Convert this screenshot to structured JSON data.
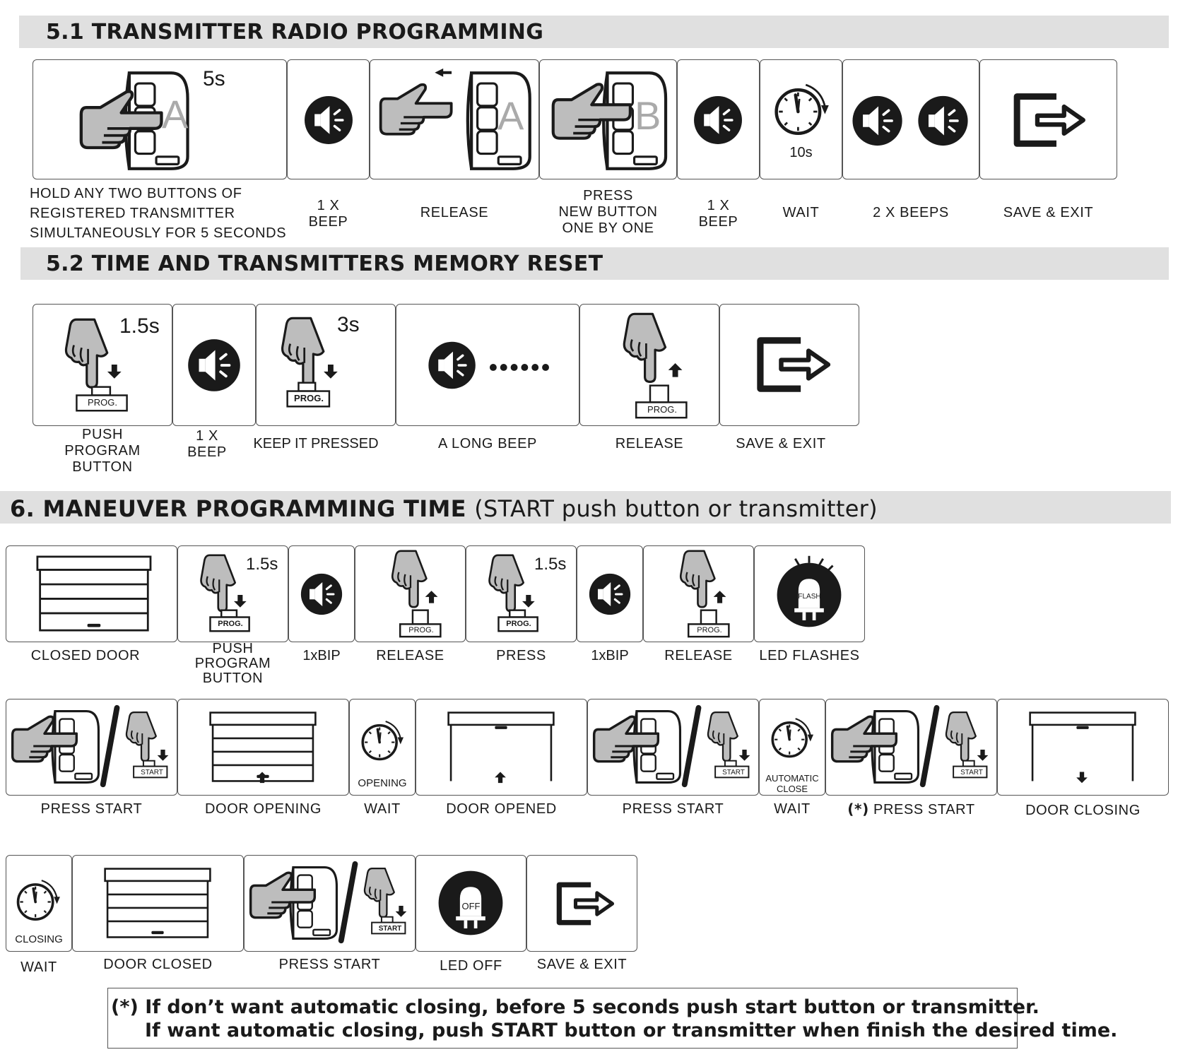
{
  "sections": {
    "s51": {
      "title": "5.1 TRANSMITTER RADIO PROGRAMMING"
    },
    "s52": {
      "title": "5.2 TIME AND TRANSMITTERS MEMORY RESET"
    },
    "s6": {
      "title": "6. MANEUVER PROGRAMMING TIME",
      "subtitle": "(START push button or transmitter)"
    }
  },
  "s51": {
    "labels": {
      "hold": [
        "HOLD ANY TWO BUTTONS OF",
        "REGISTERED TRANSMITTER",
        "SIMULTANEOUSLY FOR 5 SECONDS"
      ],
      "beep1": [
        "1 X",
        "BEEP"
      ],
      "release": "RELEASE",
      "press_new": [
        "PRESS",
        "NEW BUTTON",
        "ONE BY ONE"
      ],
      "beep2": [
        "1 X",
        "BEEP"
      ],
      "wait": "WAIT",
      "beeps2": "2 X BEEPS",
      "save": "SAVE & EXIT"
    },
    "icons": {
      "time_5s": "5s",
      "letter_a": "A",
      "letter_b": "B",
      "time_10s": "10s"
    }
  },
  "s52": {
    "labels": {
      "push": [
        "PUSH",
        "PROGRAM",
        "BUTTON"
      ],
      "beep": [
        "1 X",
        "BEEP"
      ],
      "keep": "KEEP IT PRESSED",
      "long_beep": "A LONG BEEP",
      "release": "RELEASE",
      "save": "SAVE & EXIT"
    },
    "icons": {
      "time_15": "1.5s",
      "time_3": "3s",
      "prog": "PROG."
    }
  },
  "s6": {
    "row1": {
      "closed_door": "CLOSED DOOR",
      "push": [
        "PUSH",
        "PROGRAM",
        "BUTTON"
      ],
      "bip1": "1xBIP",
      "release1": "RELEASE",
      "press": "PRESS",
      "bip2": "1xBIP",
      "release2": "RELEASE",
      "led": "LED FLASHES"
    },
    "row2": {
      "press_start1": "PRESS START",
      "door_opening": "DOOR OPENING",
      "wait1": "WAIT",
      "door_opened": "DOOR OPENED",
      "press_start2": "PRESS START",
      "wait2": "WAIT",
      "star": "(*)",
      "press_start3": "PRESS START",
      "door_closing": "DOOR CLOSING"
    },
    "row3": {
      "wait": "WAIT",
      "door_closed": "DOOR CLOSED",
      "press_start": "PRESS START",
      "led_off": "LED OFF",
      "save": "SAVE & EXIT"
    },
    "icons": {
      "time_15": "1.5s",
      "prog": "PROG.",
      "start": "START",
      "flash": "FLASH",
      "off": "OFF",
      "opening": "OPENING",
      "auto_close": [
        "AUTOMATIC",
        "CLOSE"
      ],
      "closing": "CLOSING"
    }
  },
  "note": {
    "line1": "(*) If don’t want automatic closing, before 5 seconds push start button or transmitter.",
    "line2": "If want automatic closing, push START button or transmitter when finish the desired time."
  }
}
